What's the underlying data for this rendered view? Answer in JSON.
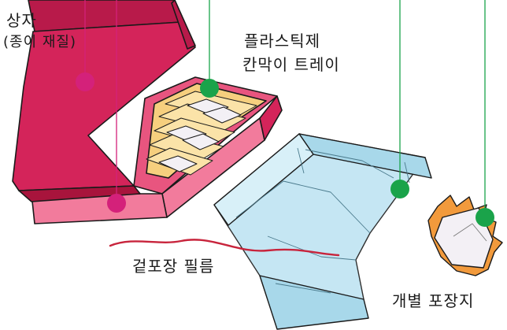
{
  "labels": {
    "box": "상자",
    "box_material": "(종이 재질)",
    "tray_line1": "플라스틱제",
    "tray_line2": "칸막이 트레이",
    "outer_film": "겉포장 필름",
    "individual_wrapper": "개별 포장지"
  },
  "colors": {
    "box_red": "#d4245a",
    "box_pink": "#f27b9c",
    "marker_magenta": "#d4217a",
    "marker_green": "#1aa34a",
    "film_blue": "#bfe4f2",
    "tray_yellow": "#f6cf7e",
    "wrapper_orange": "#f29a3c",
    "string_red": "#c8243c"
  }
}
